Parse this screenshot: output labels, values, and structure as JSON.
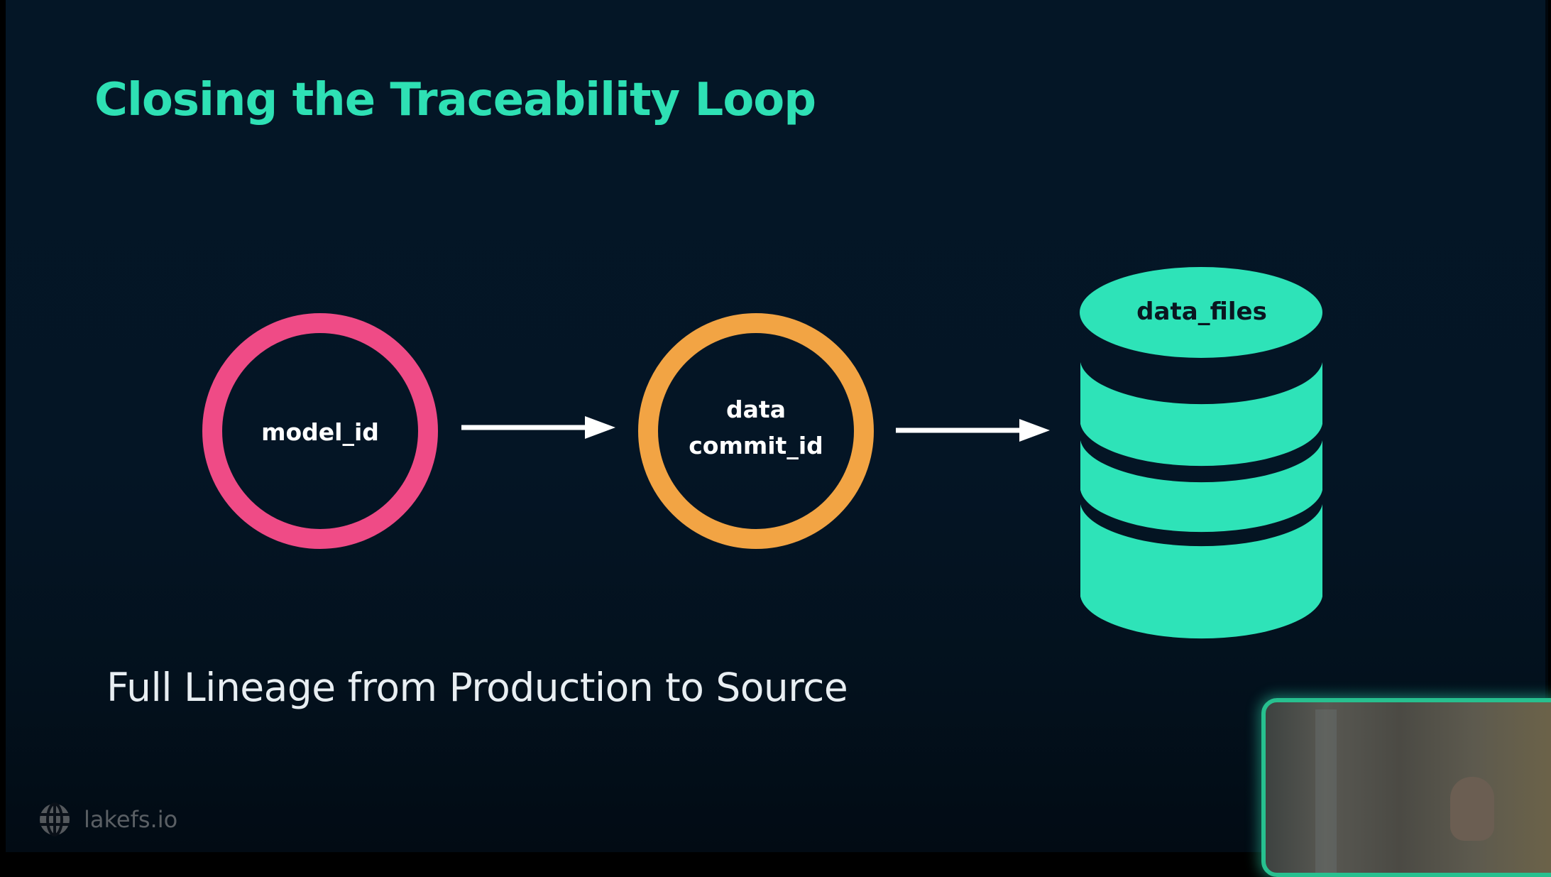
{
  "slide": {
    "title": "Closing the Traceability Loop",
    "subtitle": "Full Lineage from Production to Source",
    "brand": {
      "icon": "globe-icon",
      "text": "lakefs.io"
    },
    "colors": {
      "background": "#041626",
      "title": "#2ee0b4",
      "model_ring": "#ef4b86",
      "commit_ring": "#f2a444",
      "database": "#2ee3b8",
      "arrow": "#ffffff",
      "webcam_border": "#27c08f"
    },
    "nodes": [
      {
        "id": "model",
        "shape": "ring",
        "lines": [
          "model_id"
        ]
      },
      {
        "id": "commit",
        "shape": "ring",
        "lines": [
          "data",
          "commit_id"
        ]
      },
      {
        "id": "files",
        "shape": "database",
        "lines": [
          "data_files"
        ]
      }
    ],
    "edges": [
      {
        "from": "model_id",
        "to": "data commit_id"
      },
      {
        "from": "data commit_id",
        "to": "data_files"
      }
    ]
  },
  "webcam": {
    "description": "presenter video feed"
  }
}
